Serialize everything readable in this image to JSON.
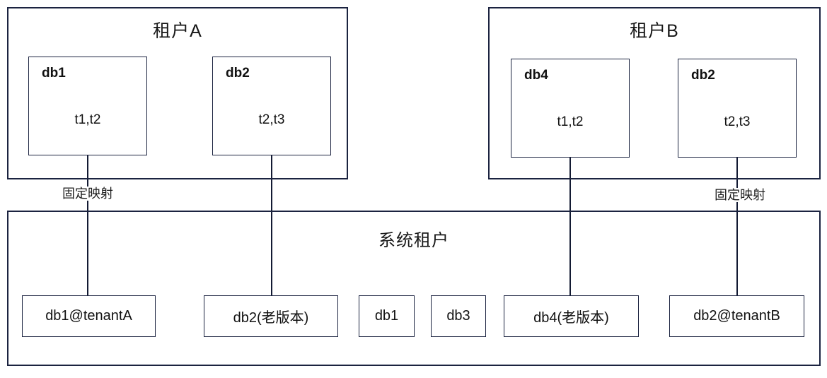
{
  "diagram": {
    "tenant_a": {
      "title": "租户A",
      "nodes": [
        {
          "name": "db1",
          "tables": "t1,t2"
        },
        {
          "name": "db2",
          "tables": "t2,t3"
        }
      ]
    },
    "tenant_b": {
      "title": "租户B",
      "nodes": [
        {
          "name": "db4",
          "tables": "t1,t2"
        },
        {
          "name": "db2",
          "tables": "t2,t3"
        }
      ]
    },
    "system_tenant": {
      "title": "系统租户",
      "databases": [
        "db1@tenantA",
        "db2(老版本)",
        "db1",
        "db3",
        "db4(老版本)",
        "db2@tenantB"
      ]
    },
    "edge_labels": {
      "left": "固定映射",
      "right": "固定映射"
    },
    "colors": {
      "stroke": "#1b2340",
      "text": "#111111",
      "background": "#ffffff"
    }
  }
}
